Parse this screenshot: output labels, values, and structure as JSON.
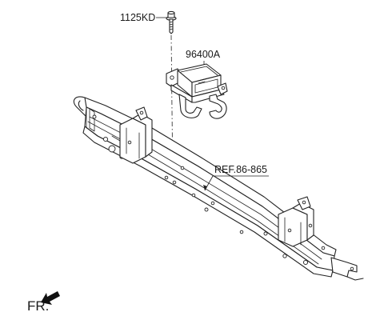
{
  "labels": {
    "bolt": "1125KD",
    "sensor": "96400A",
    "reference": "REF.86-865",
    "front": "FR."
  },
  "icons": {
    "front_arrow": "arrow-icon"
  }
}
